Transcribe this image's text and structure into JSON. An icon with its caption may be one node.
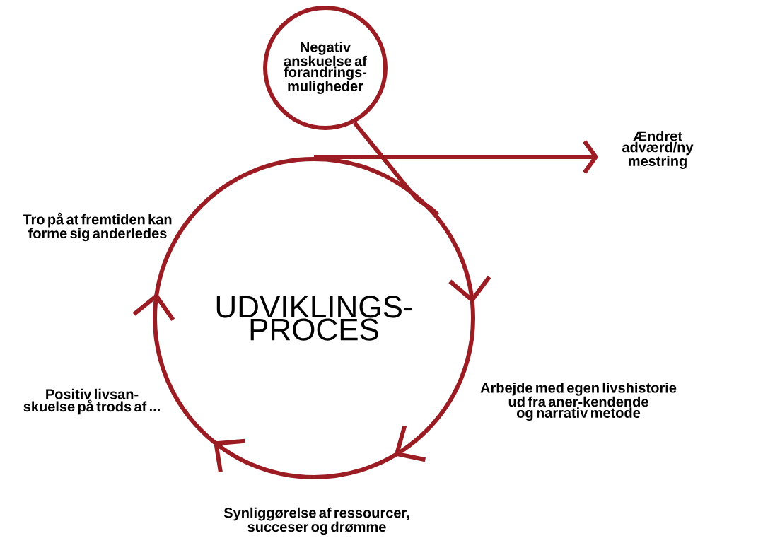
{
  "diagram": {
    "nodes": [
      {
        "text": [
          "Negativ anskuelse af forandrings-muligheder"
        ]
      },
      {
        "text": [
          "UDVIKLINGS-PROCES"
        ]
      },
      {
        "text": [
          "Ændret adværd/ny mestring"
        ]
      }
    ],
    "edges": [
      {
        "from": 0,
        "to": 1,
        "arrow": "none"
      },
      {
        "from": 1,
        "to": 2,
        "arrow": "to"
      }
    ],
    "labels": [
      "Tro på at fremtiden kan forme sig anderledes",
      "Positiv livsan-skuelse på trods af ...",
      "Arbejde med egen livshistorie ud fra aner-kendende og narrativ metode",
      "Synliggørelse af ressourcer, succeser og drømme"
    ]
  }
}
